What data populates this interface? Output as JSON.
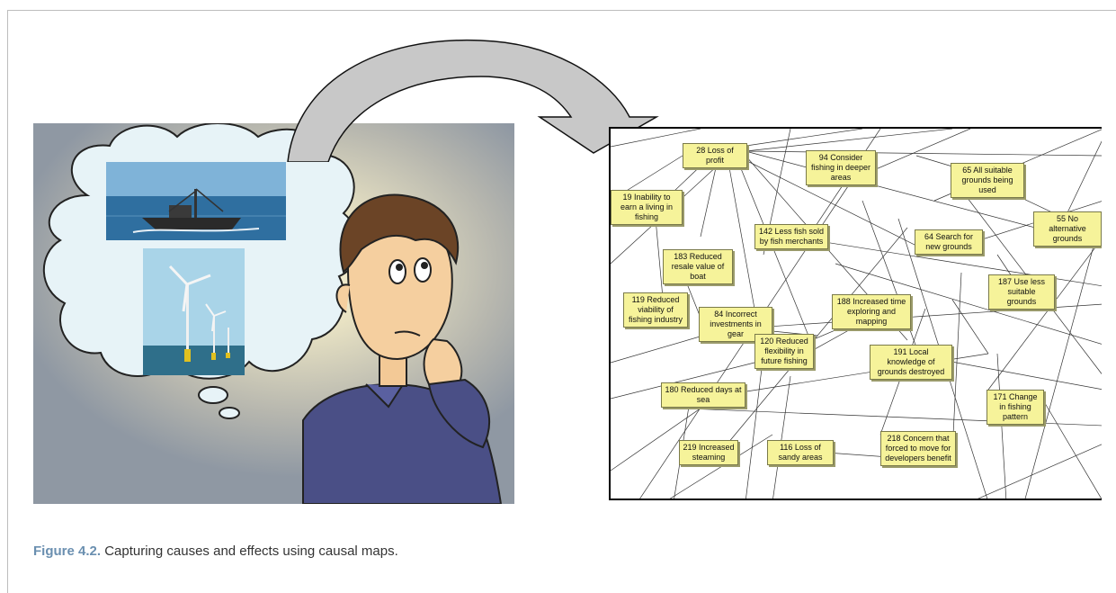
{
  "illustration": {
    "photos": [
      "fishing-boat-photo",
      "wind-turbines-photo"
    ],
    "figure": "thinking-man"
  },
  "causal_map": {
    "nodes": [
      {
        "id": "n28",
        "text": "28 Loss of profit"
      },
      {
        "id": "n94",
        "text": "94 Consider fishing in deeper areas"
      },
      {
        "id": "n65",
        "text": "65 All suitable grounds being used"
      },
      {
        "id": "n19",
        "text": "19 Inability to earn a living in fishing"
      },
      {
        "id": "n55",
        "text": "55 No alternative grounds"
      },
      {
        "id": "n142",
        "text": "142 Less fish sold by fish merchants"
      },
      {
        "id": "n64",
        "text": "64 Search for new grounds"
      },
      {
        "id": "n183",
        "text": "183 Reduced resale value of boat"
      },
      {
        "id": "n187",
        "text": "187 Use less suitable grounds"
      },
      {
        "id": "n119",
        "text": "119 Reduced viability of fishing industry"
      },
      {
        "id": "n84",
        "text": "84 Incorrect investments in gear"
      },
      {
        "id": "n188",
        "text": "188 Increased time exploring and mapping"
      },
      {
        "id": "n120",
        "text": "120 Reduced flexibility in future fishing"
      },
      {
        "id": "n191",
        "text": "191 Local knowledge of grounds destroyed"
      },
      {
        "id": "n180",
        "text": "180 Reduced days at sea"
      },
      {
        "id": "n171",
        "text": "171 Change in fishing pattern"
      },
      {
        "id": "n219",
        "text": "219 Increased steaming"
      },
      {
        "id": "n116",
        "text": "116 Loss of sandy areas"
      },
      {
        "id": "n218",
        "text": "218 Concern that forced to move for developers benefit"
      }
    ]
  },
  "caption": {
    "figure_label": "Figure 4.2.",
    "text": " Capturing causes and effects using causal maps."
  }
}
